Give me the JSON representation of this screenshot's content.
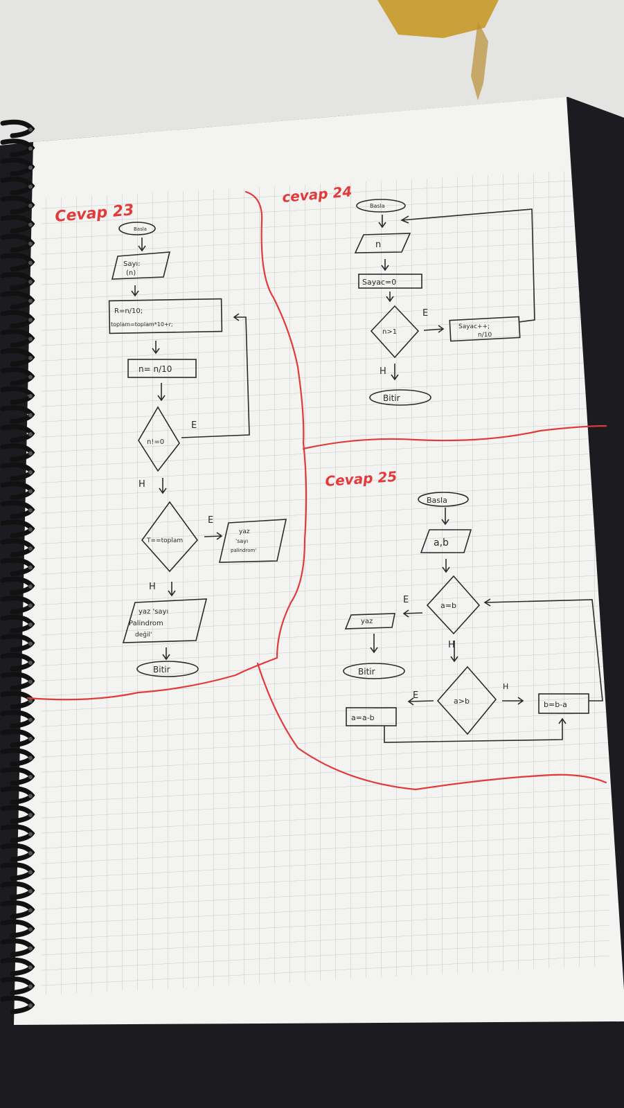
{
  "sections": [
    {
      "id": "cevap-23",
      "title": "Cevap 23",
      "nodes": {
        "start": "Basla",
        "input_line1": "Sayı:",
        "input_line2": "(n)",
        "process_r": "R=n/10;",
        "process_toplam": "toplam=toplam*10+r;",
        "process_n": "n= n/10",
        "decision_n": "n!=0",
        "decision_n_yes": "E",
        "decision_n_no": "H",
        "decision_t": "T==toplam",
        "decision_t_yes": "E",
        "decision_t_no": "H",
        "out_yes_line1": "yaz",
        "out_yes_line2": "'sayı",
        "out_yes_line3": "palindrom'",
        "out_no_line1": "yaz 'sayı",
        "out_no_line2": "Palindrom",
        "out_no_line3": "değil'",
        "end": "Bitir"
      }
    },
    {
      "id": "cevap-24",
      "title": "cevap 24",
      "nodes": {
        "start": "Basla",
        "input": "n",
        "counter_init": "Sayac=0",
        "decision": "n>1",
        "decision_yes": "E",
        "decision_no": "H",
        "loop_line1": "Sayac++;",
        "loop_line2": "n/10",
        "end": "Bitir"
      }
    },
    {
      "id": "cevap-25",
      "title": "Cevap 25",
      "nodes": {
        "start": "Basla",
        "input": "a,b",
        "decision_eq": "a=b",
        "decision_eq_yes": "E",
        "decision_eq_no": "H",
        "output": "yaz",
        "end": "Bitir",
        "decision_gt": "a>b",
        "decision_gt_yes": "E",
        "decision_gt_no": "H",
        "assign_a": "a=a-b",
        "assign_b": "b=b-a"
      }
    }
  ],
  "colors": {
    "paper": "#f3f3f1",
    "grid": "#c9c9c7",
    "ink": "#2a2a2a",
    "red_pen": "#e23a3a",
    "background": "#1c1c20",
    "foil": "#c9a03a"
  }
}
